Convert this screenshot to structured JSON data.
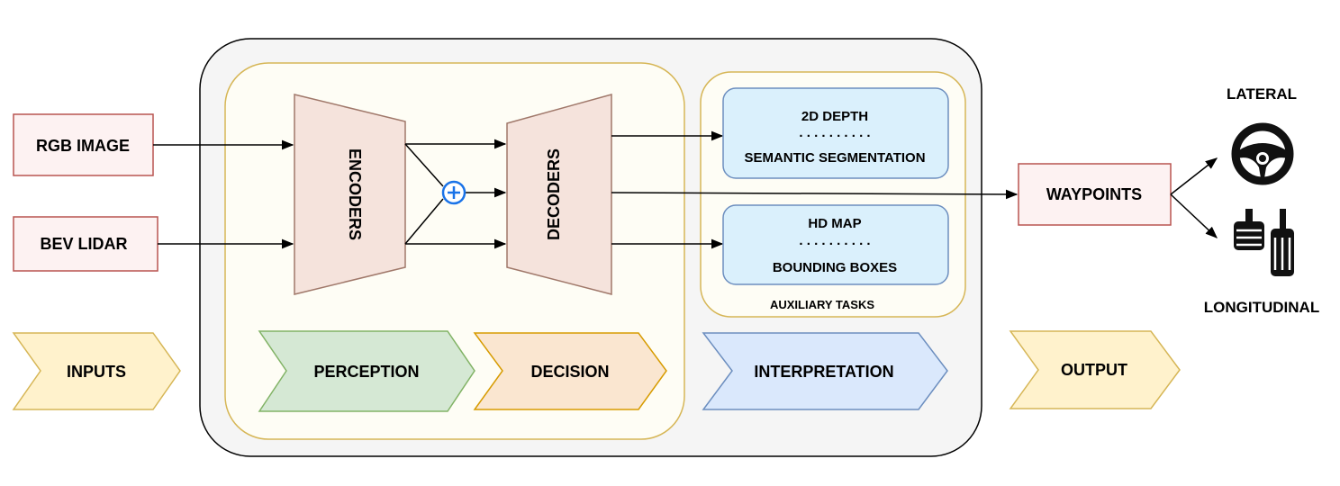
{
  "inputs": {
    "rgb_image": "RGB IMAGE",
    "bev_lidar": "BEV LIDAR"
  },
  "network": {
    "encoders": "ENCODERS",
    "decoders": "DECODERS",
    "fusion_symbol": "+"
  },
  "auxiliary": {
    "box1_line1": "2D DEPTH",
    "box1_dots": ". . . . . . . . . .",
    "box1_line2": "SEMANTIC SEGMENTATION",
    "box2_line1": "HD MAP",
    "box2_dots": ". . . . . . . . . .",
    "box2_line2": "BOUNDING BOXES",
    "label": "AUXILIARY TASKS"
  },
  "output": {
    "waypoints": "WAYPOINTS",
    "lateral": "LATERAL",
    "longitudinal": "LONGITUDINAL",
    "lateral_icon": "steering-wheel-icon",
    "longitudinal_icon": "pedals-icon"
  },
  "stages": {
    "inputs": "INPUTS",
    "perception": "PERCEPTION",
    "decision": "DECISION",
    "interpretation": "INTERPRETATION",
    "output": "OUTPUT"
  },
  "colors": {
    "input_border": "#b85450",
    "input_fill": "#fdf2f2",
    "trapezoid_fill": "#f5e3dc",
    "trapezoid_border": "#a0786a",
    "aux_fill": "#daf0fc",
    "aux_border": "#6c8ebf",
    "outer_fill": "#f5f5f5",
    "inner_fill": "#fefdf5",
    "inner_border": "#d6b656",
    "stage_inputs": "#fff2cc",
    "stage_perception": "#d5e8d4",
    "stage_decision": "#fae6d0",
    "stage_interpretation": "#dae8fc",
    "stage_output": "#fff2cc",
    "plus": "#1a73e8"
  }
}
